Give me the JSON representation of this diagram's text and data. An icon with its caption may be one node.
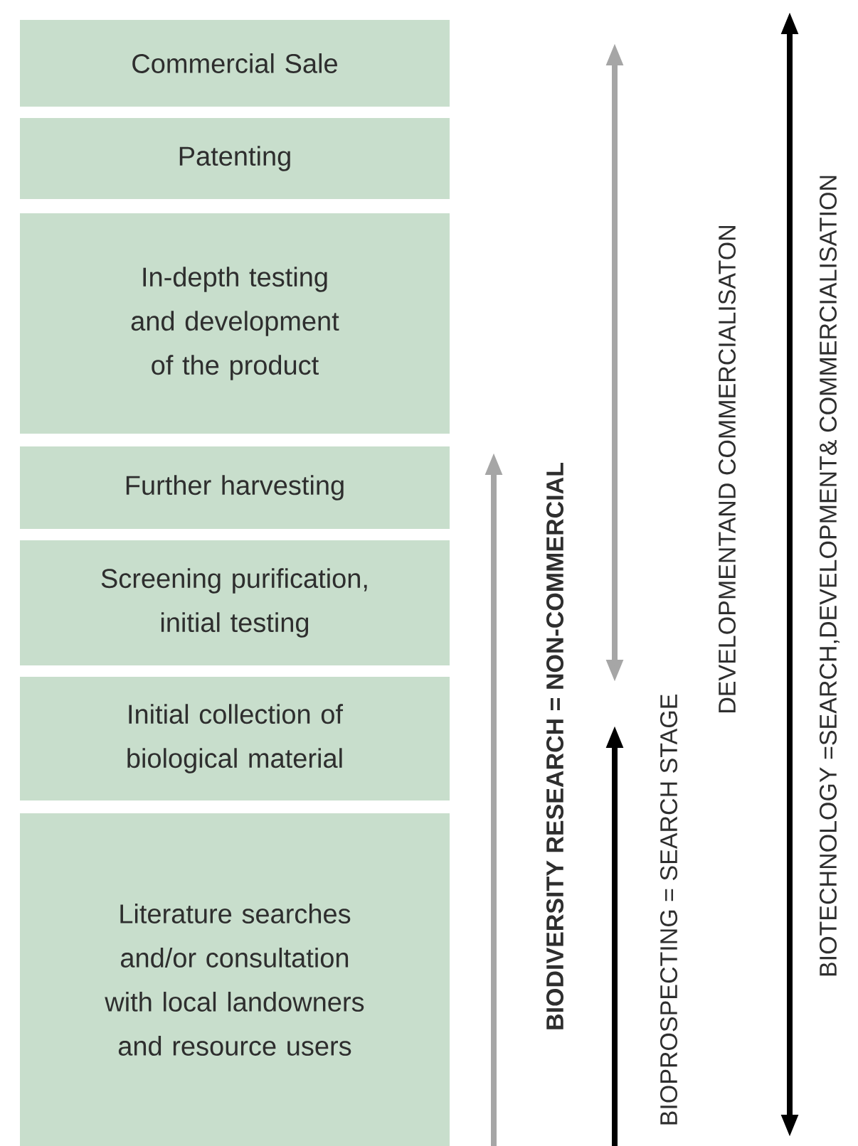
{
  "diagram": {
    "nodes": [
      {
        "text": [
          "Commercial Sale"
        ]
      },
      {
        "text": [
          "Patenting"
        ]
      },
      {
        "text": [
          "In-depth testing and development of the product"
        ]
      },
      {
        "text": [
          "Further harvesting"
        ]
      },
      {
        "text": [
          "Screening purification, initial testing"
        ]
      },
      {
        "text": [
          "Initial collection of biological material"
        ]
      },
      {
        "text": [
          "Literature searches and/or consultation with local landowners and resource users"
        ]
      }
    ],
    "labels": [
      "BIODIVERSITY RESEARCH = NON-COMMERCIAL",
      "BIOPROSPECTING = SEARCH STAGE",
      "DEVELOPMENTAND COMMERCIALISATON",
      "BIOTECHNOLOGY =SEARCH,DEVELOPMENT& COMMERCIALISATION"
    ]
  }
}
